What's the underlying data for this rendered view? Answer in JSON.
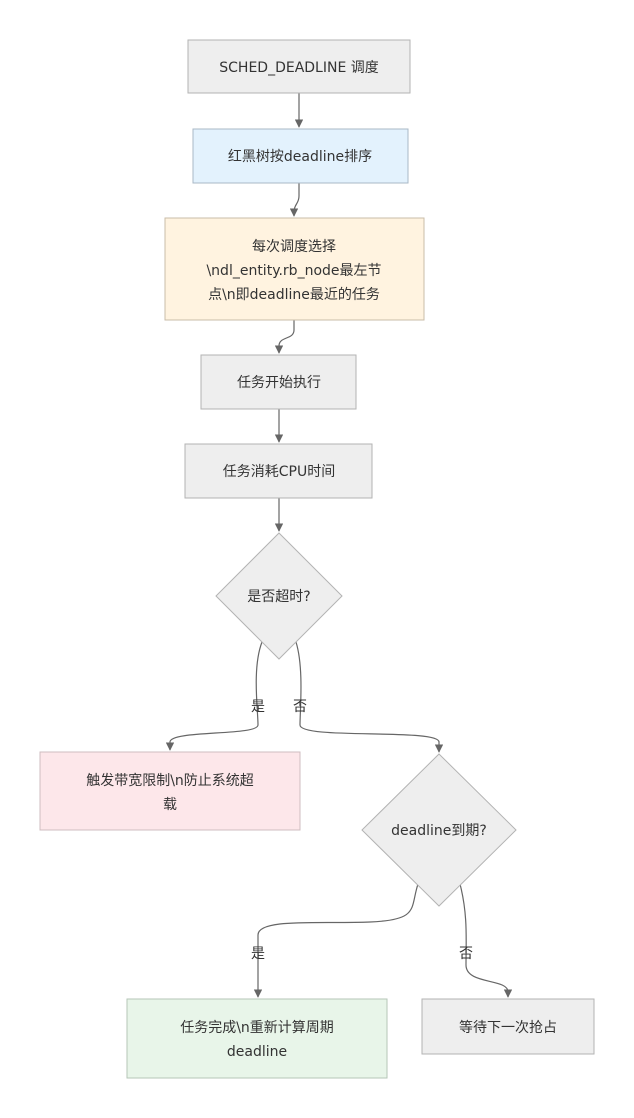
{
  "nodes": {
    "sched": {
      "lines": [
        "SCHED_DEADLINE 调度"
      ],
      "fill": "#eeeeee",
      "stroke": "#b3b3b3"
    },
    "rbtree": {
      "lines": [
        "红黑树按deadline排序"
      ],
      "fill": "#e3f2fd",
      "stroke": "#a9b8c6"
    },
    "pick": {
      "lines": [
        "每次调度选择",
        "\\ndl_entity.rb_node最左节",
        "点\\n即deadline最近的任务"
      ],
      "fill": "#fff3e0",
      "stroke": "#c9bda9"
    },
    "run": {
      "lines": [
        "任务开始执行"
      ],
      "fill": "#eeeeee",
      "stroke": "#b3b3b3"
    },
    "consume": {
      "lines": [
        "任务消耗CPU时间"
      ],
      "fill": "#eeeeee",
      "stroke": "#b3b3b3"
    },
    "timeout": {
      "lines": [
        "是否超时?"
      ],
      "fill": "#eeeeee",
      "stroke": "#b3b3b3"
    },
    "throttle": {
      "lines": [
        "触发带宽限制\\n防止系统超",
        "载"
      ],
      "fill": "#fde7ea",
      "stroke": "#cfbdc0"
    },
    "expired": {
      "lines": [
        "deadline到期?"
      ],
      "fill": "#eeeeee",
      "stroke": "#b3b3b3"
    },
    "complete": {
      "lines": [
        "任务完成\\n重新计算周期",
        "deadline"
      ],
      "fill": "#e8f5e9",
      "stroke": "#b6c6b7"
    },
    "wait": {
      "lines": [
        "等待下一次抢占"
      ],
      "fill": "#eeeeee",
      "stroke": "#b3b3b3"
    }
  },
  "edge_labels": {
    "timeout_yes": "是",
    "timeout_no": "否",
    "expired_yes": "是",
    "expired_no": "否"
  },
  "colors": {
    "edge": "#666666",
    "text": "#333333"
  }
}
